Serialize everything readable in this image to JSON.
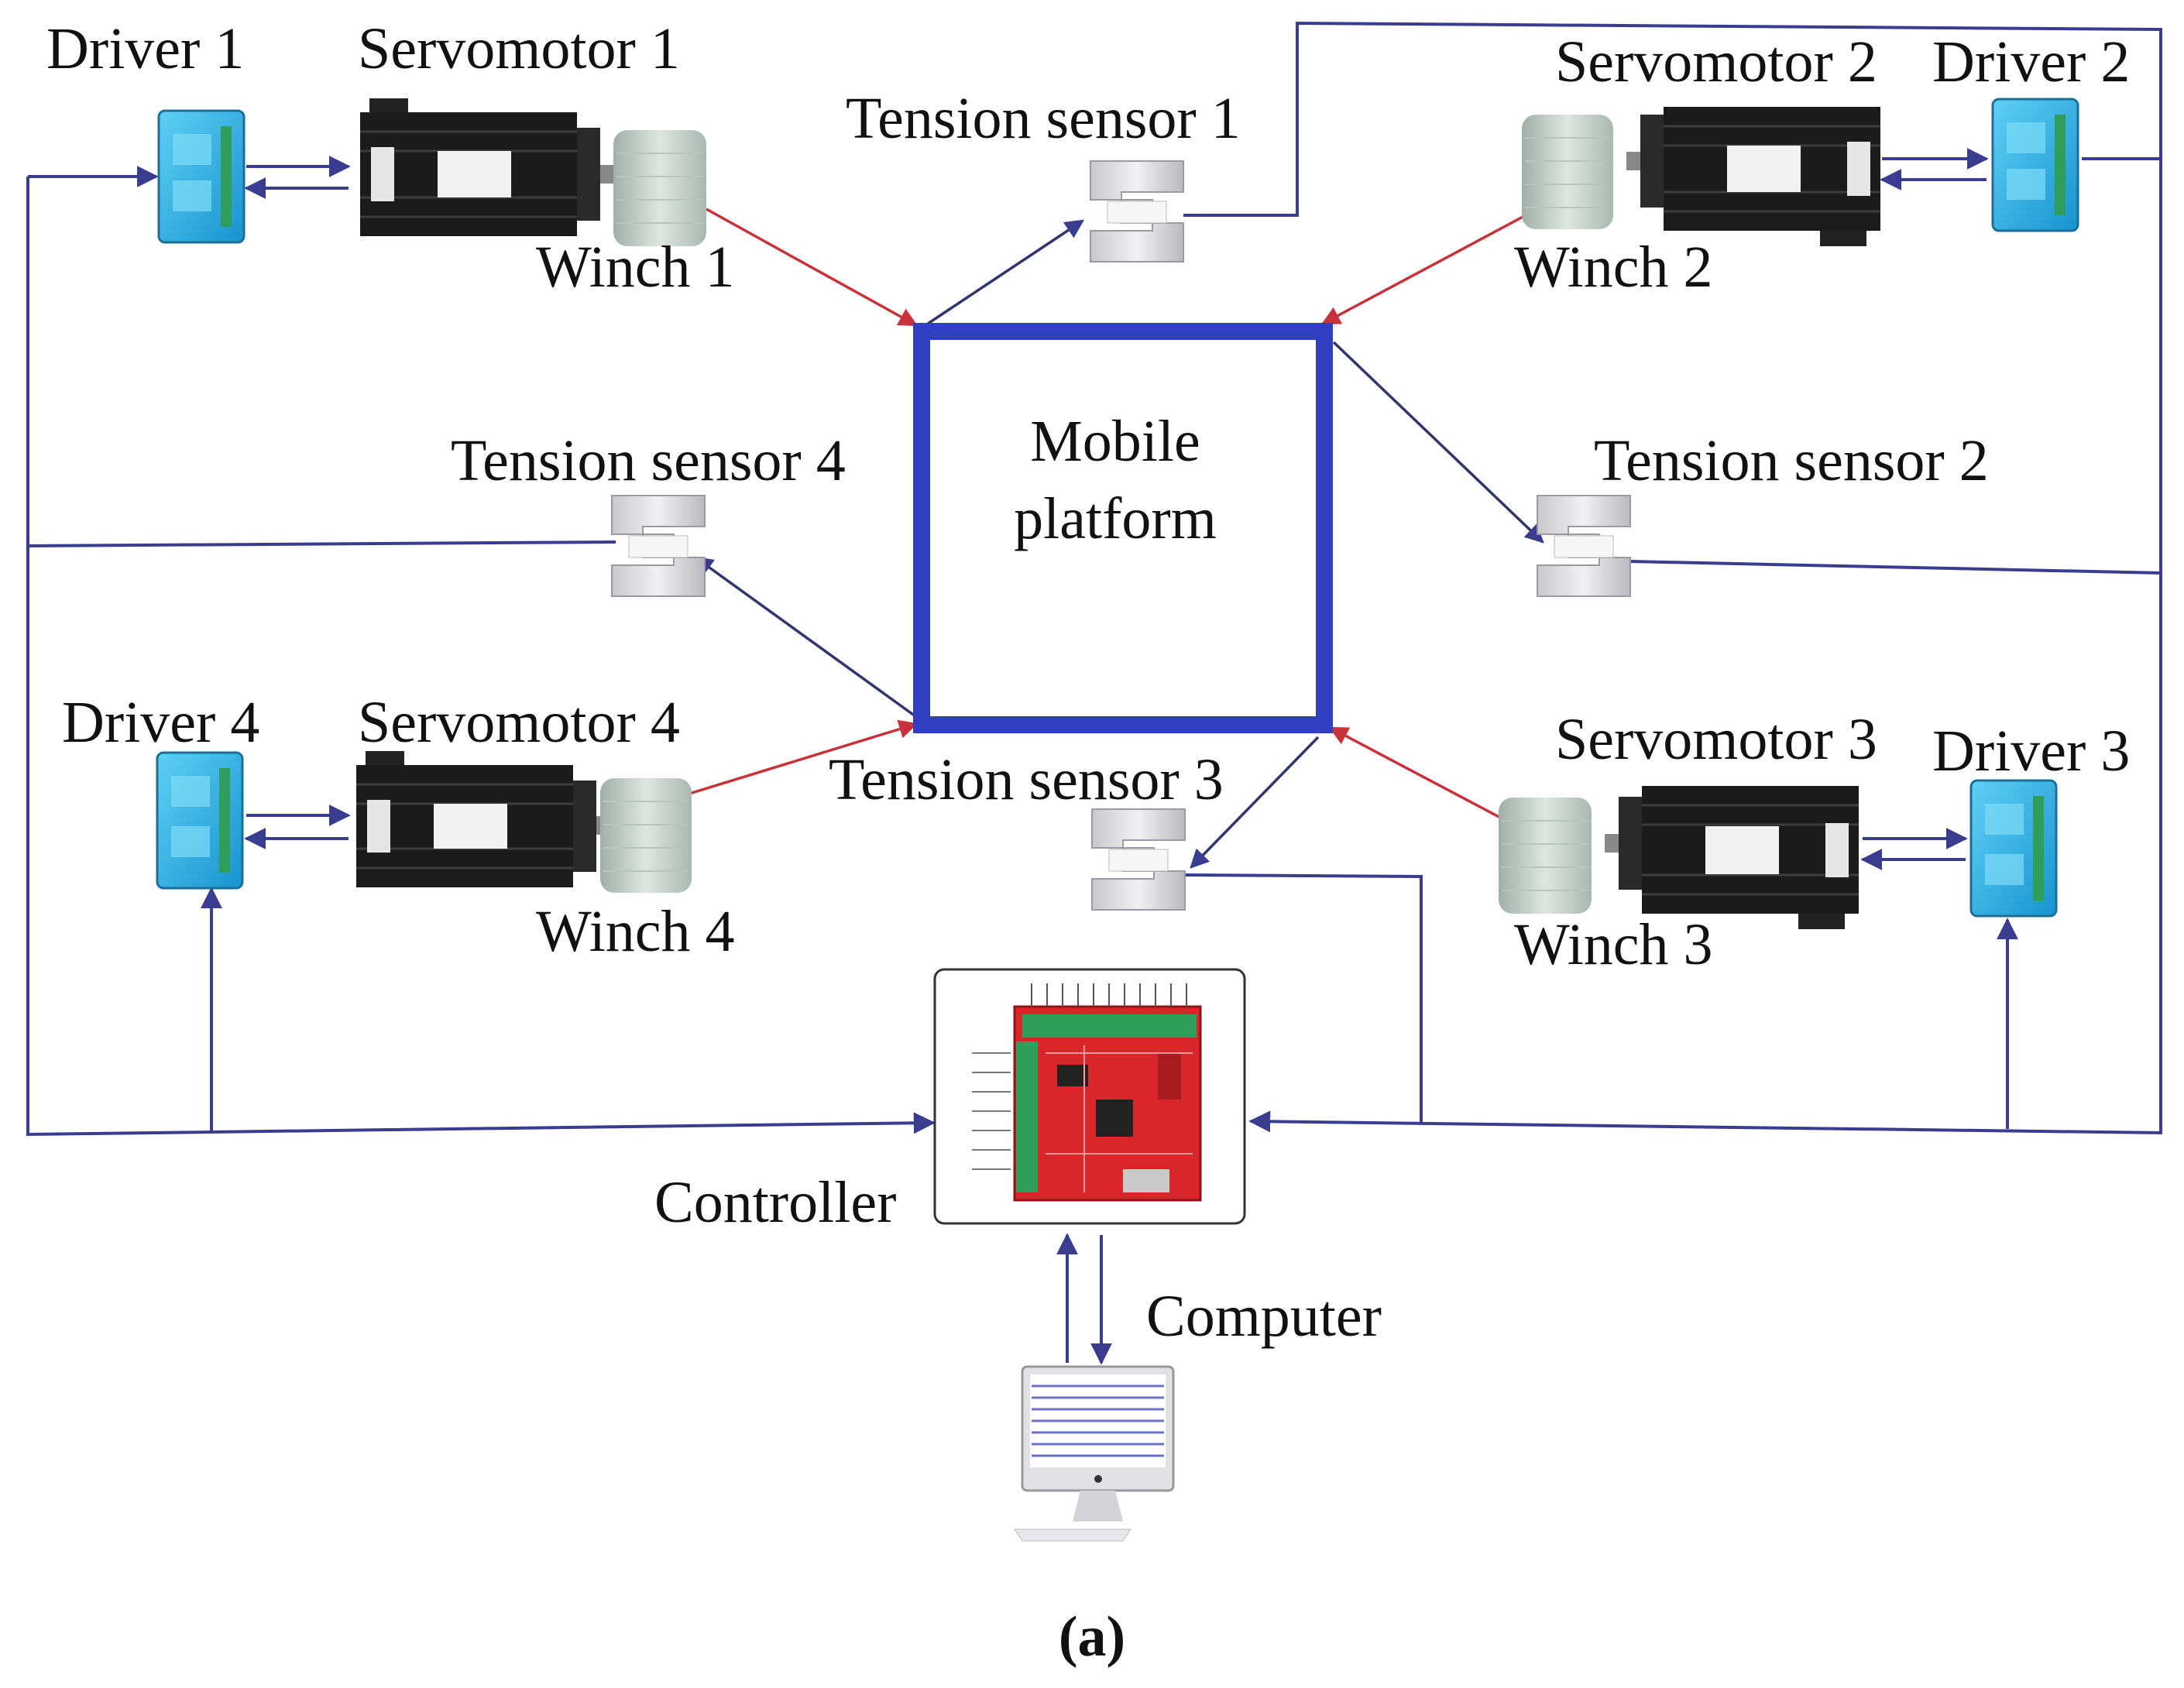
{
  "labels": {
    "driver1": "Driver 1",
    "driver2": "Driver 2",
    "driver3": "Driver 3",
    "driver4": "Driver 4",
    "servo1": "Servomotor 1",
    "servo2": "Servomotor 2",
    "servo3": "Servomotor 3",
    "servo4": "Servomotor 4",
    "winch1": "Winch 1",
    "winch2": "Winch 2",
    "winch3": "Winch 3",
    "winch4": "Winch 4",
    "tension1": "Tension sensor 1",
    "tension2": "Tension sensor 2",
    "tension3": "Tension sensor 3",
    "tension4": "Tension sensor 4",
    "platform_line1": "Mobile",
    "platform_line2": "platform",
    "controller": "Controller",
    "computer": "Computer",
    "caption": "(a)"
  },
  "colors": {
    "wire": "#3a3d8f",
    "cable_red": "#c8323a",
    "platform": "#2f3fbf",
    "driver": "#22a7e0",
    "controller_board": "#d8262b",
    "terminal": "#2e9e5a"
  }
}
